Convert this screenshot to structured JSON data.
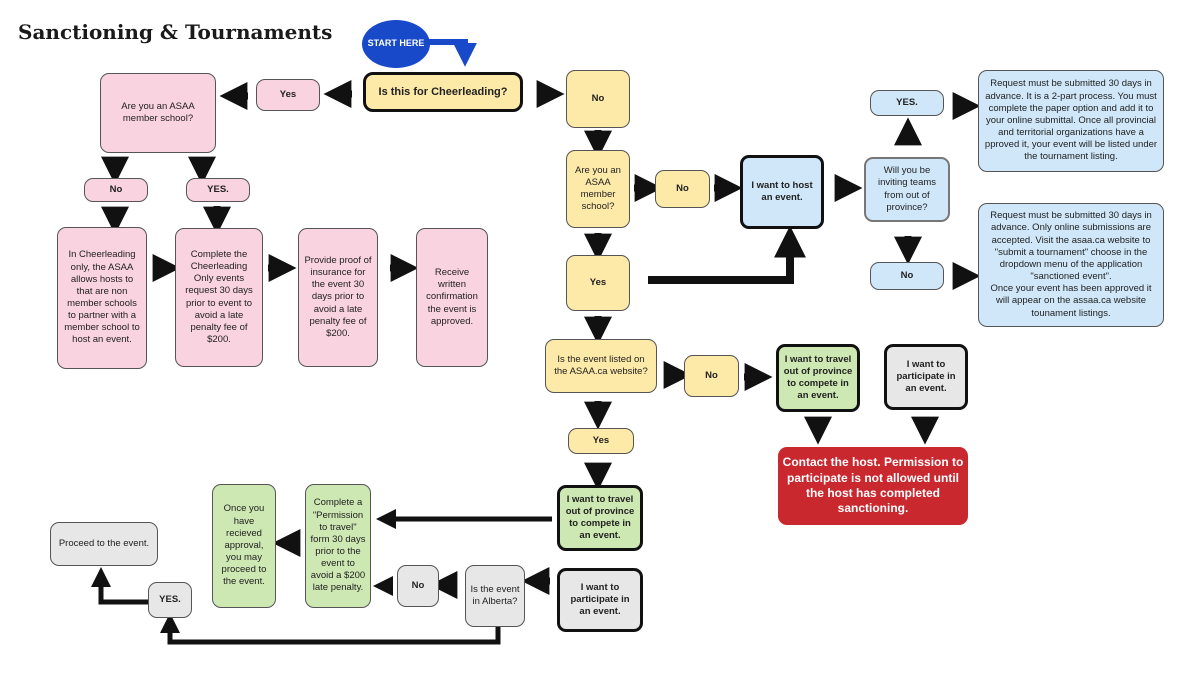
{
  "title": "Sanctioning & Tournaments",
  "start": "START HERE",
  "q_cheer": "Is this for Cheerleading?",
  "yes_top": "Yes",
  "asaa_member_left": "Are you an ASAA member school?",
  "no_left": "No",
  "yes_left": "YES.",
  "cheer_non_member": "In Cheerleading only, the ASAA allows hosts to that are non member schools to partner with a member school to host an event.",
  "cheer_request": "Complete the Cheerleading Only events request 30 days prior to event to avoid a late penalty fee of $200.",
  "insurance": "Provide proof of insurance for the event 30 days prior to avoid a late penalty fee of $200.",
  "receive_confirmation": "Receive written confirmation the event is approved.",
  "no_cheer": "No",
  "asaa_member_mid": "Are you an ASAA member school?",
  "no_mid": "No",
  "host_event": "I want to host an event.",
  "yes_mid": "Yes",
  "inviting_teams": "Will you be inviting teams from out of province?",
  "yes_right": "YES.",
  "no_right": "No",
  "request_2part": "Request must be submitted 30 days in advance.  It is a 2-part process.  You must complete the paper option and add it to your online submittal.  Once all provincial and territorial organizations have a pproved it, your event will be listed under the tournament listing.",
  "request_online": "Request must be submitted 30 days in advance.  Only online submissions are accepted.  Visit the asaa.ca website to \"submit a tournament\"  choose in the dropdown menu of the application \"sanctioned event\".\nOnce your event has been approved it will appear on the assaa.ca website tounament listings.",
  "listed_question": "Is the event listed on the ASAA.ca website?",
  "no_listed": "No",
  "travel_right": "I want to travel out of province to compete in an event.",
  "participate_right": "I want to participate in an event.",
  "contact_host": "Contact the host.  Permission to participate is not allowed until the host has completed sanctioning.",
  "yes_listed": "Yes",
  "travel_lower": "I want to travel out of province to compete in an event.",
  "permission_form": "Complete a \"Permission to travel\" form 30 days prior to the event to avoid a $200 late penalty.",
  "once_approved": "Once you have recieved approval, you may proceed to the event.",
  "participate_lower": "I want to participate in an event.",
  "in_alberta": "Is the event in Alberta?",
  "no_alberta": "No",
  "yes_alberta": "YES.",
  "proceed": "Proceed to the event.",
  "colors": {
    "pink": "#f9d3df",
    "yellow": "#fde9a8",
    "blue": "#cfe7f8",
    "green": "#cde8b3",
    "gray": "#e7e7e7",
    "red": "#c9282f",
    "start": "#1749c9"
  }
}
